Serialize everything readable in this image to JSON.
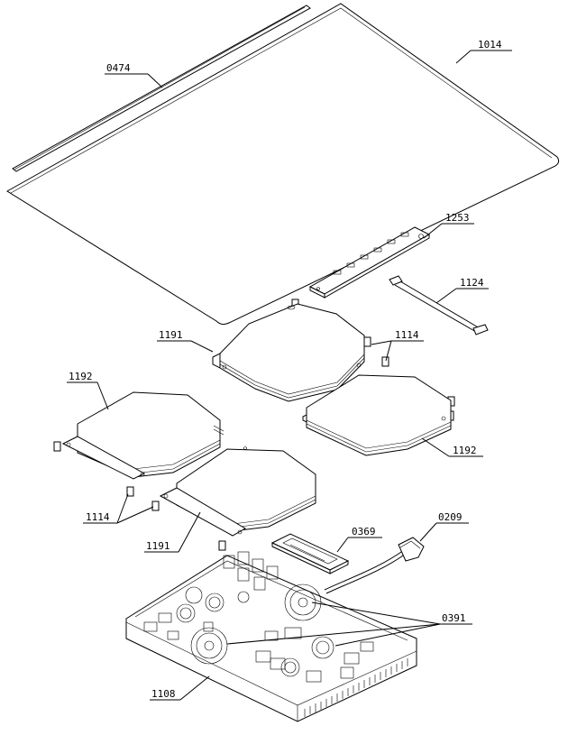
{
  "diagram": {
    "labels": {
      "l0474": "0474",
      "l1014": "1014",
      "l1253": "1253",
      "l1124": "1124",
      "l1191_top": "1191",
      "l1114_top": "1114",
      "l1192_left": "1192",
      "l1192_right": "1192",
      "l1114_bottom": "1114",
      "l1191_bottom": "1191",
      "l0369": "0369",
      "l0209": "0209",
      "l0391": "0391",
      "l1108": "1108"
    }
  }
}
